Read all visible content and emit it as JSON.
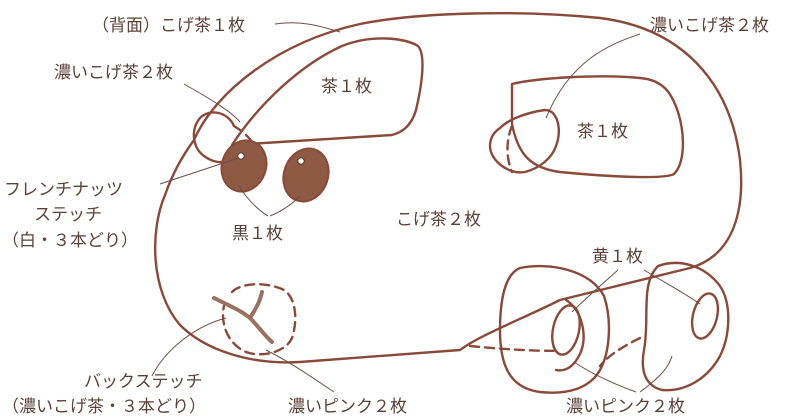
{
  "labels": {
    "back_koge_cha": "（背面）こげ茶１枚",
    "koi_koge_cha_top_right": "濃いこげ茶２枚",
    "koi_koge_cha_left": "濃いこげ茶２枚",
    "cha_window_top": "茶１枚",
    "cha_window_side": "茶１枚",
    "french_knot_line1": "フレンチナッツ",
    "french_knot_line2": "ステッチ",
    "french_knot_line3": "（白・３本どり）",
    "kuro": "黒１枚",
    "koge_cha_body": "こげ茶２枚",
    "ki": "黄１枚",
    "back_stitch_line1": "バックステッチ",
    "back_stitch_line2": "（濃いこげ茶・３本どり）",
    "koi_pink_left": "濃いピンク２枚",
    "koi_pink_right": "濃いピンク２枚"
  },
  "colors": {
    "outline": "#8a4a3a",
    "eye_fill": "#8e5a44",
    "text": "#5a4238"
  }
}
